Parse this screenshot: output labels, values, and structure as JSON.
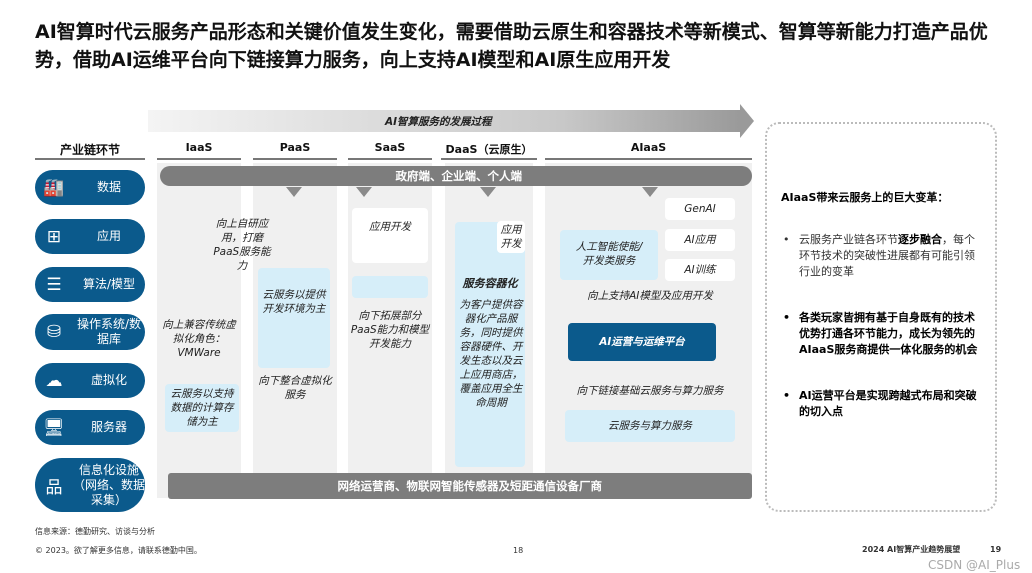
{
  "title": "AI智算时代云服务产品形态和关键价值发生变化，需要借助云原生和容器技术等新模式、智算等新能力打造产品优势，借助AI运维平台向下链接算力服务，向上支持AI模型和AI原生应用开发",
  "banner": "AI智算服务的发展过程",
  "headers": {
    "chain": "产业链环节",
    "iaas": "IaaS",
    "paas": "PaaS",
    "saas": "SaaS",
    "daas": "DaaS（云原生）",
    "aiaas": "AIaaS"
  },
  "chain_items": [
    {
      "label": "数据",
      "icon": "factory-icon"
    },
    {
      "label": "应用",
      "icon": "apps-icon"
    },
    {
      "label": "算法/模型",
      "icon": "server-rack-icon"
    },
    {
      "label": "操作系统/数据库",
      "icon": "database-icon"
    },
    {
      "label": "虚拟化",
      "icon": "cloud-network-icon"
    },
    {
      "label": "服务器",
      "icon": "monitor-icon"
    },
    {
      "label": "信息化设施（网络、数据采集）",
      "icon": "network-icon"
    }
  ],
  "top_bar": "政府端、企业端、个人端",
  "bottom_bar": "网络运营商、物联网智能传感器及短距通信设备厂商",
  "iaas": {
    "up": "向上兼容传统虚拟化角色：VMWare",
    "main": "云服务以支持数据的计算存储为主"
  },
  "paas": {
    "up": "向上自研应用，打磨PaaS服务能力",
    "main": "云服务以提供开发环境为主",
    "down": "向下整合虚拟化服务"
  },
  "saas": {
    "main": "应用开发",
    "down": "向下拓展部分PaaS能力和模型开发能力"
  },
  "daas": {
    "app": "应用开发",
    "title": "服务容器化",
    "desc": "为客户提供容器化产品服务，同时提供容器硬件、开发生态以及云上应用商店，覆盖应用全生命周期"
  },
  "aiaas": {
    "genai": "GenAI",
    "ai_app": "AI应用",
    "ai_train": "AI训练",
    "enable": "人工智能使能/开发类服务",
    "up": "向上支持AI模型及应用开发",
    "platform": "AI运营与运维平台",
    "down": "向下链接基础云服务与算力服务",
    "base": "云服务与算力服务"
  },
  "side": {
    "heading": "AIaaS带来云服务上的巨大变革：",
    "b1_pre": "云服务产业链各环节",
    "b1_bold": "逐步融合",
    "b1_post": "，每个环节技术的突破性进展都有可能引领行业的变革",
    "b2": "各类玩家皆拥有基于自身既有的技术优势打通各环节能力，成长为领先的AIaaS服务商提供一体化服务的机会",
    "b3": "AI运营平台是实现跨越式布局和突破的切入点"
  },
  "footer": {
    "source": "信息来源：德勤研究、访谈与分析",
    "copyright": "© 2023。欲了解更多信息，请联系德勤中国。",
    "page_center": "18",
    "report": "2024 AI智算产业趋势展望",
    "page_right": "19",
    "watermark": "CSDN @AI_Plus"
  },
  "colors": {
    "accent": "#0b5a8c",
    "light_blue": "#d6eef9",
    "gray_bar": "#7d7d7d"
  }
}
